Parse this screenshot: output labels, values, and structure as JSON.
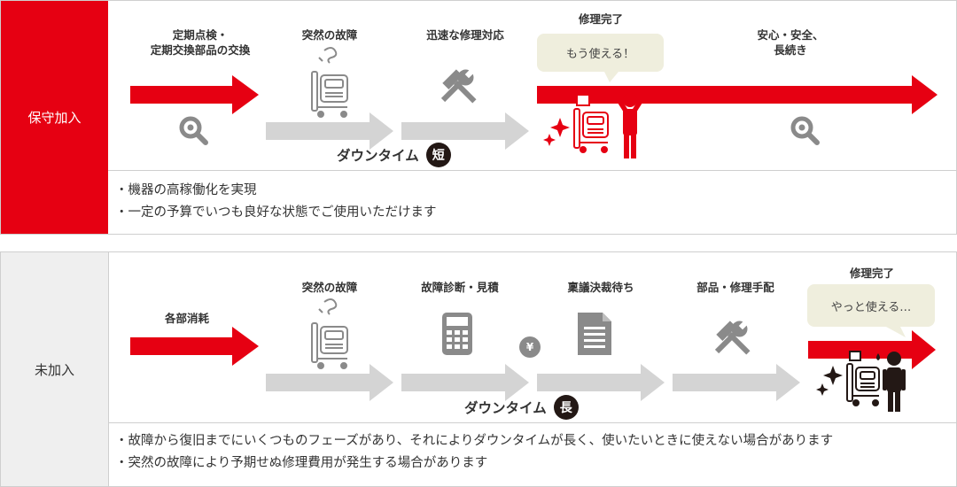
{
  "colors": {
    "red": "#e60012",
    "gray_arrow": "#d4d4d4",
    "icon_gray": "#8a8a8a",
    "dark": "#231815"
  },
  "plan_a": {
    "side_label": "保守加入",
    "labels": {
      "inspection_line1": "定期点検・",
      "inspection_line2": "定期交換部品の交換",
      "failure": "突然の故障",
      "quick_repair": "迅速な修理対応",
      "repair_done": "修理完了",
      "peace_line1": "安心・安全、",
      "peace_line2": "長続き"
    },
    "bubble": "もう使える！",
    "downtime_label": "ダウンタイム",
    "downtime_badge": "短",
    "notes": [
      "・機器の高稼働化を実現",
      "・一定の予算でいつも良好な状態でご使用いただけます"
    ]
  },
  "plan_b": {
    "side_label": "未加入",
    "labels": {
      "wear": "各部消耗",
      "failure": "突然の故障",
      "diagnosis": "故障診断・見積",
      "approval": "稟議決裁待ち",
      "parts": "部品・修理手配",
      "repair_done": "修理完了"
    },
    "yen": "¥",
    "bubble": "やっと使える…",
    "downtime_label": "ダウンタイム",
    "downtime_badge": "長",
    "notes": [
      "・故障から復旧までにいくつものフェーズがあり、それによりダウンタイムが長く、使いたいときに使えない場合があります",
      "・突然の故障により予期せぬ修理費用が発生する場合があります"
    ]
  }
}
